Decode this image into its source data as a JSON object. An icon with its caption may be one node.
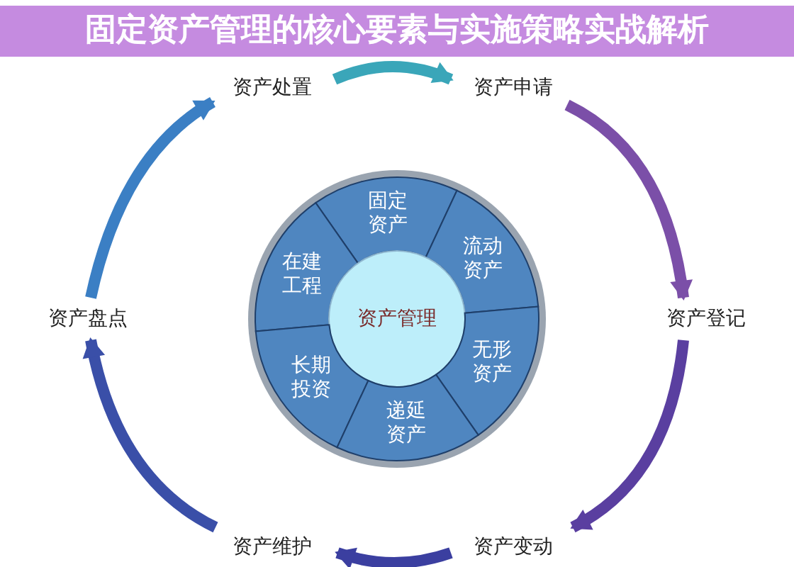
{
  "diagram": {
    "title": "固定资产管理的核心要素与实施策略实战解析",
    "nodes": [
      {
        "text": [
          "资产处置"
        ]
      },
      {
        "text": [
          "资产申请"
        ]
      },
      {
        "text": [
          "资产盘点"
        ]
      },
      {
        "text": [
          "资产登记"
        ]
      },
      {
        "text": [
          "资产维护"
        ]
      },
      {
        "text": [
          "资产变动"
        ]
      },
      {
        "text": [
          "固定资产"
        ]
      },
      {
        "text": [
          "流动资产"
        ]
      },
      {
        "text": [
          "在建工程"
        ]
      },
      {
        "text": [
          "资产管理"
        ]
      },
      {
        "text": [
          "无形资产"
        ]
      },
      {
        "text": [
          "长期投资"
        ]
      },
      {
        "text": [
          "递延资产"
        ]
      }
    ],
    "edges": [
      {
        "from": 0,
        "to": 1,
        "arrow": "to",
        "color": "#3aa6b9"
      },
      {
        "from": 1,
        "to": 3,
        "arrow": "to",
        "color": "#7b4fa8"
      },
      {
        "from": 3,
        "to": 5,
        "arrow": "to",
        "color": "#5a3fa0"
      },
      {
        "from": 5,
        "to": 4,
        "arrow": "to",
        "color": "#3b3fa0"
      },
      {
        "from": 4,
        "to": 2,
        "arrow": "to",
        "color": "#3a4fa8"
      },
      {
        "from": 2,
        "to": 0,
        "arrow": "to",
        "color": "#3b7fc4"
      }
    ]
  }
}
